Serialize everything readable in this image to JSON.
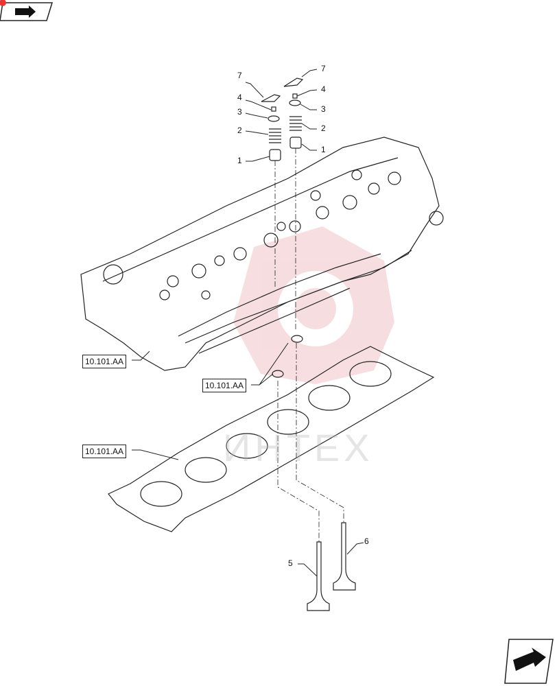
{
  "references": [
    {
      "id": "ref-1",
      "label": "10.101.AA"
    },
    {
      "id": "ref-2",
      "label": "10.101.AA"
    },
    {
      "id": "ref-3",
      "label": "10.101.AA"
    }
  ],
  "callouts": [
    "7",
    "4",
    "3",
    "2",
    "1",
    "7",
    "4",
    "3",
    "2",
    "1",
    "5",
    "6"
  ],
  "watermark": "ИНТЕХ",
  "colors": {
    "line": "#222222",
    "watermark_red": "#e8a0a8"
  },
  "icons": {
    "top_left": "book-arrow-icon",
    "bottom_right": "next-page-arrow-icon"
  }
}
